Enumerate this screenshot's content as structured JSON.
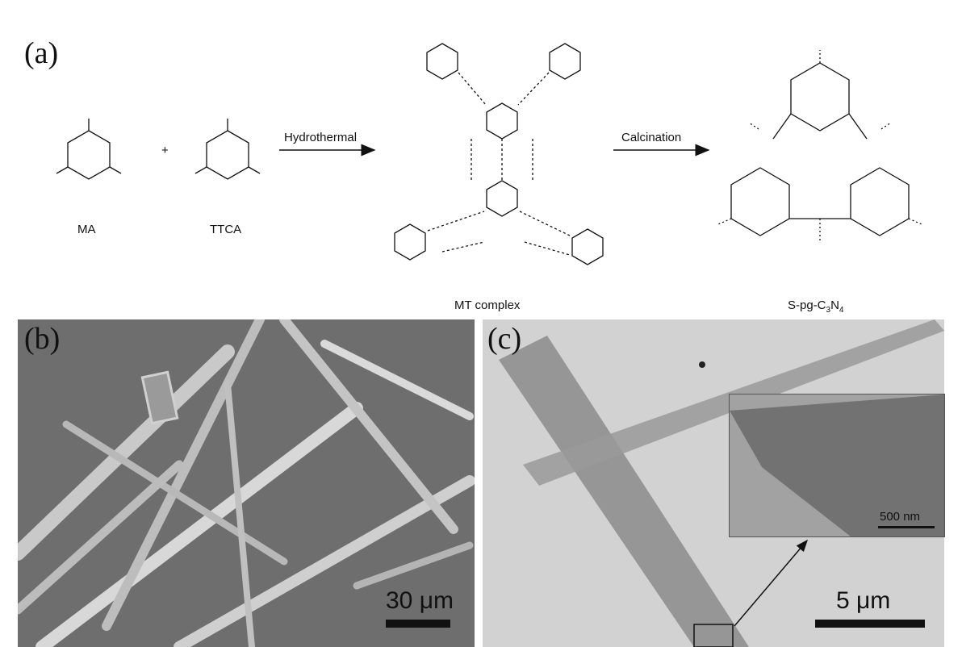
{
  "panels": {
    "a": {
      "label": "(a)"
    },
    "b": {
      "label": "(b)",
      "scale_bar": "30 μm"
    },
    "c": {
      "label": "(c)",
      "scale_bar": "5 μm",
      "inset_scale_bar": "500 nm"
    }
  },
  "scheme": {
    "reactant_1": "MA",
    "plus": "+",
    "reactant_2": "TTCA",
    "step_1": "Hydrothermal",
    "step_2": "Calcination",
    "intermediate": "MT complex",
    "product_base": "S-pg-C",
    "product_sub1": "3",
    "product_mid": "N",
    "product_sub2": "4"
  }
}
